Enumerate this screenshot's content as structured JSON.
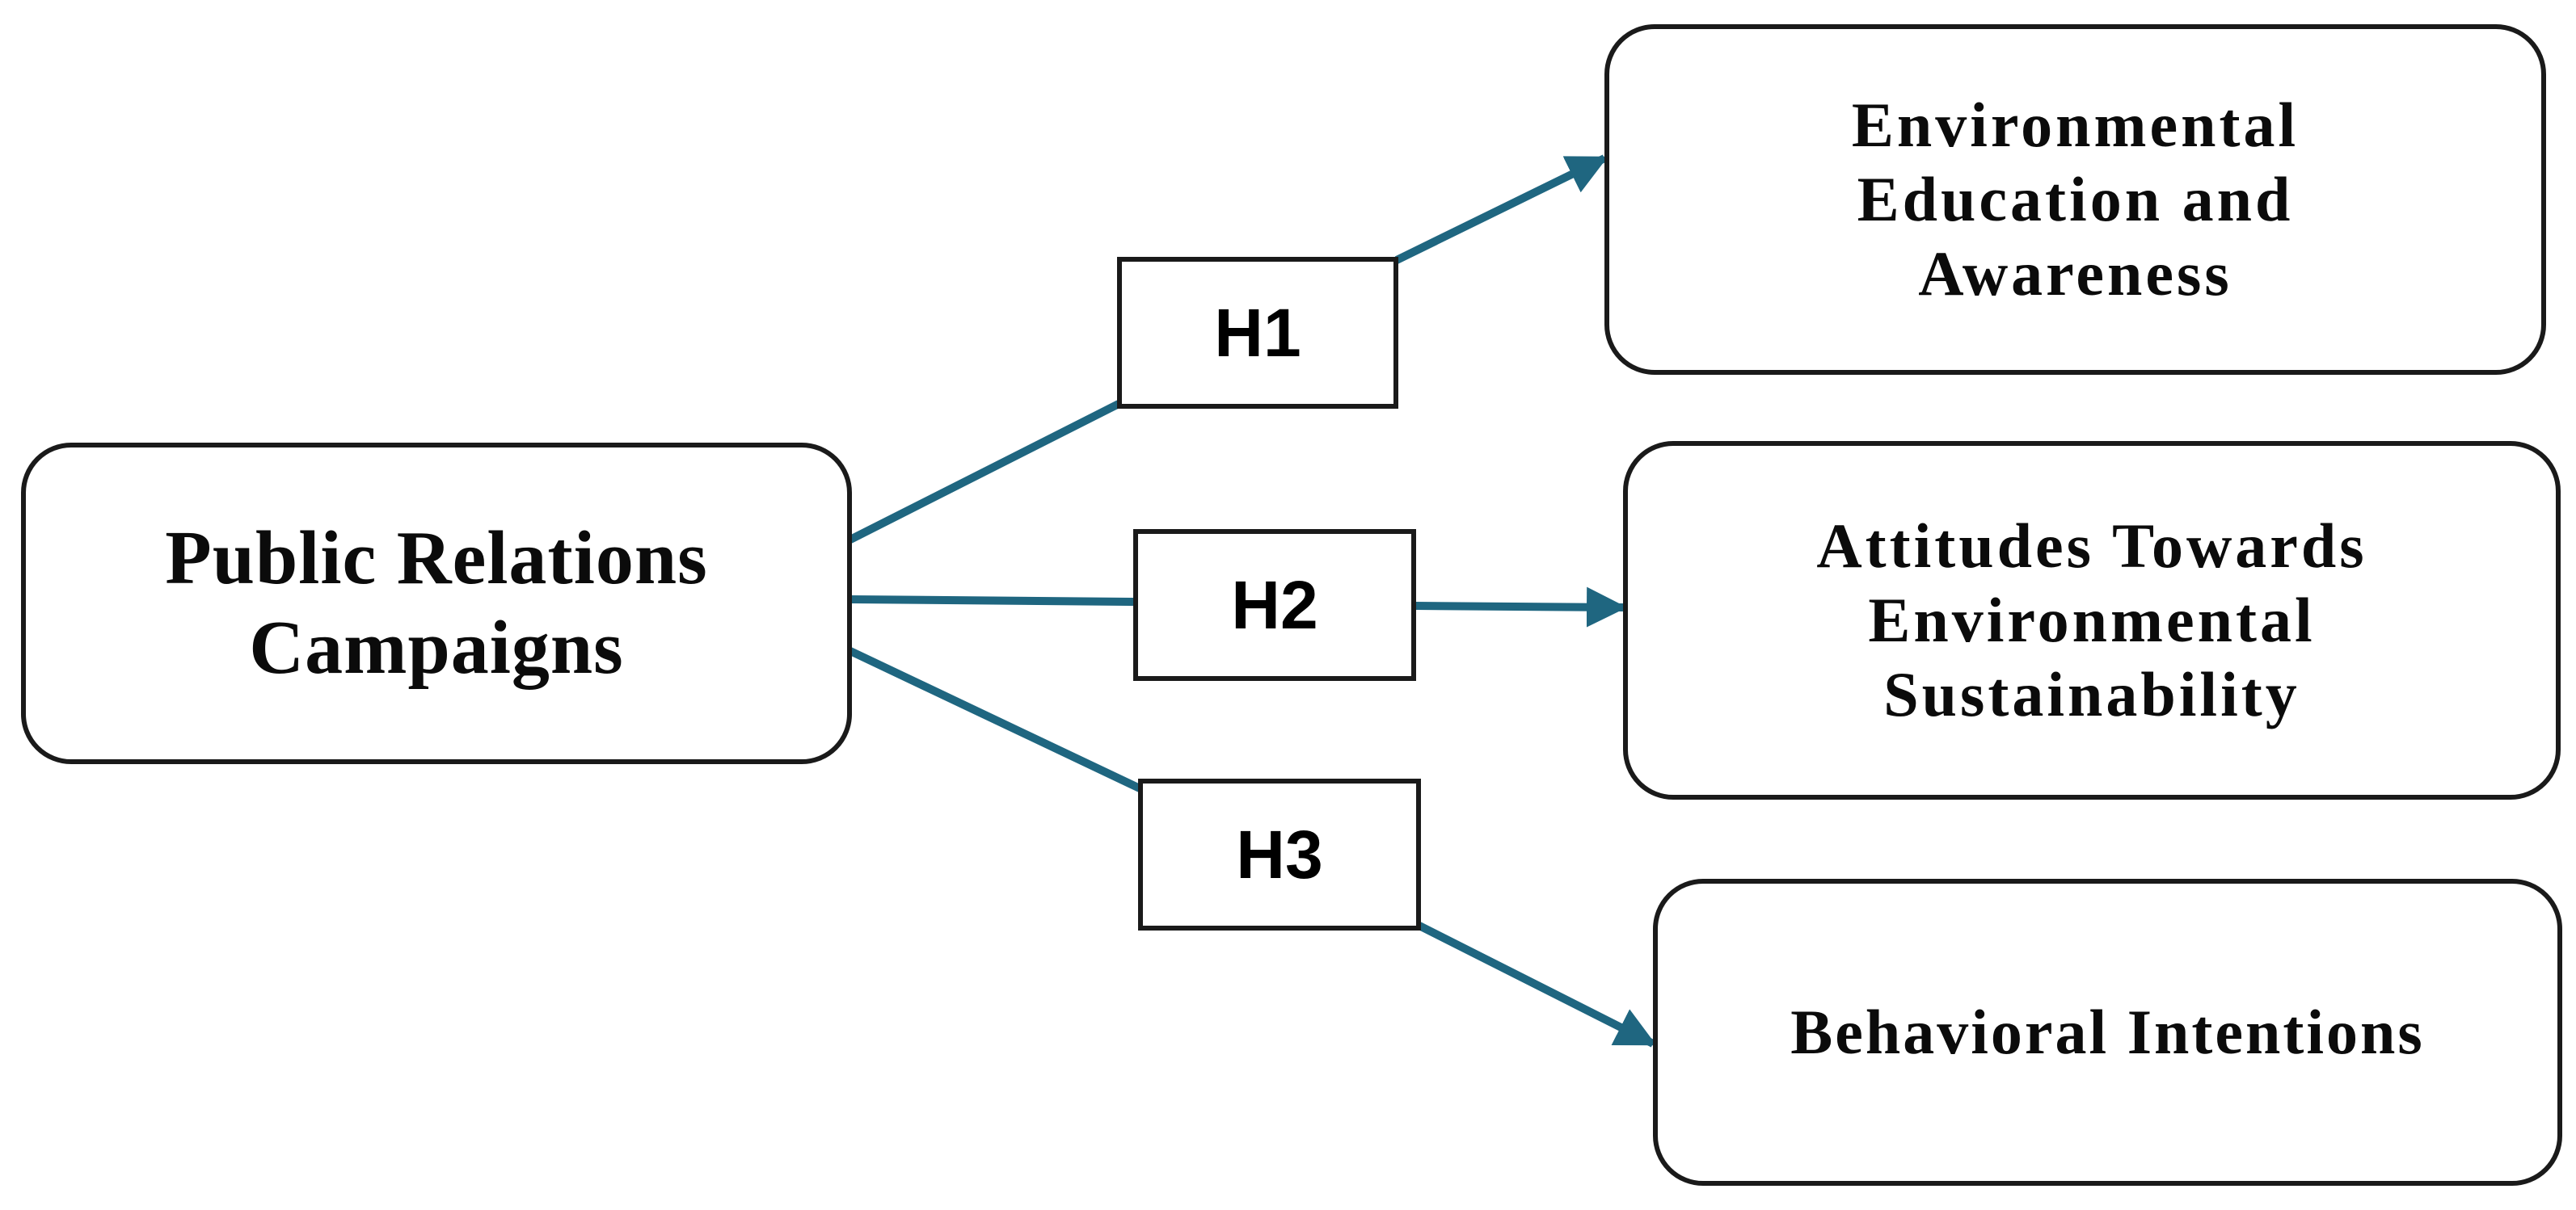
{
  "diagram": {
    "source": {
      "lines": [
        "Public Relations",
        "Campaigns"
      ]
    },
    "hypotheses": {
      "h1": "H1",
      "h2": "H2",
      "h3": "H3"
    },
    "targets": {
      "t1": {
        "lines": [
          "Environmental",
          "Education and",
          "Awareness"
        ]
      },
      "t2": {
        "lines": [
          "Attitudes Towards",
          "Environmental",
          "Sustainability"
        ]
      },
      "t3": {
        "lines": [
          "Behavioral Intentions"
        ]
      }
    },
    "colors": {
      "connector": "#1f6680",
      "border": "#1a1a1a",
      "text": "#0b0b0b"
    }
  }
}
